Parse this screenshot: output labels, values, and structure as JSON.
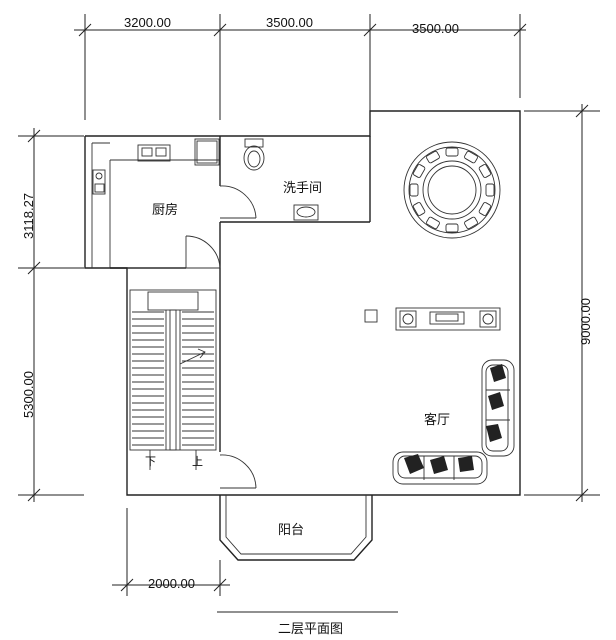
{
  "dimensions": {
    "top_1": "3200.00",
    "top_2": "3500.00",
    "top_3": "3500.00",
    "left_1": "3118.27",
    "left_2": "5300.00",
    "right_1": "9000.00",
    "bottom_1": "2000.00"
  },
  "rooms": {
    "kitchen": "厨房",
    "washroom": "洗手间",
    "living": "客厅",
    "balcony": "阳台"
  },
  "stairs": {
    "down": "下",
    "up": "上"
  },
  "title": "二层平面图"
}
